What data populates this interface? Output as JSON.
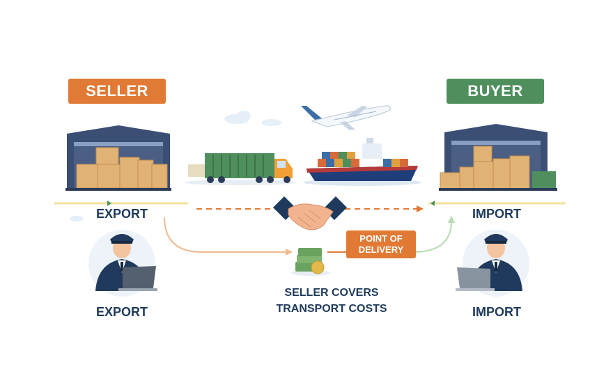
{
  "labels": {
    "seller": "SELLER",
    "buyer": "BUYER",
    "export_top": "EXPORT",
    "import_top": "IMPORT",
    "export_bottom": "EXPORT",
    "import_bottom": "IMPORT",
    "delivery_line1": "POINT OF",
    "delivery_line2": "DELIVERY",
    "caption_line1": "SELLER COVERS",
    "caption_line2": "TRANSPORT COSTS"
  },
  "colors": {
    "accent_orange": "#e07a35",
    "accent_green": "#4f8f5e",
    "navy": "#1f3a5c",
    "warehouse": "#3b4f74",
    "box": "#e0b273",
    "road_yellow": "#f0e29a"
  },
  "icons": [
    "warehouse-icon",
    "truck-icon",
    "airplane-icon",
    "cargo-ship-icon",
    "handshake-icon",
    "money-stack-icon",
    "customs-officer-icon",
    "laptop-icon",
    "cloud-icon"
  ]
}
